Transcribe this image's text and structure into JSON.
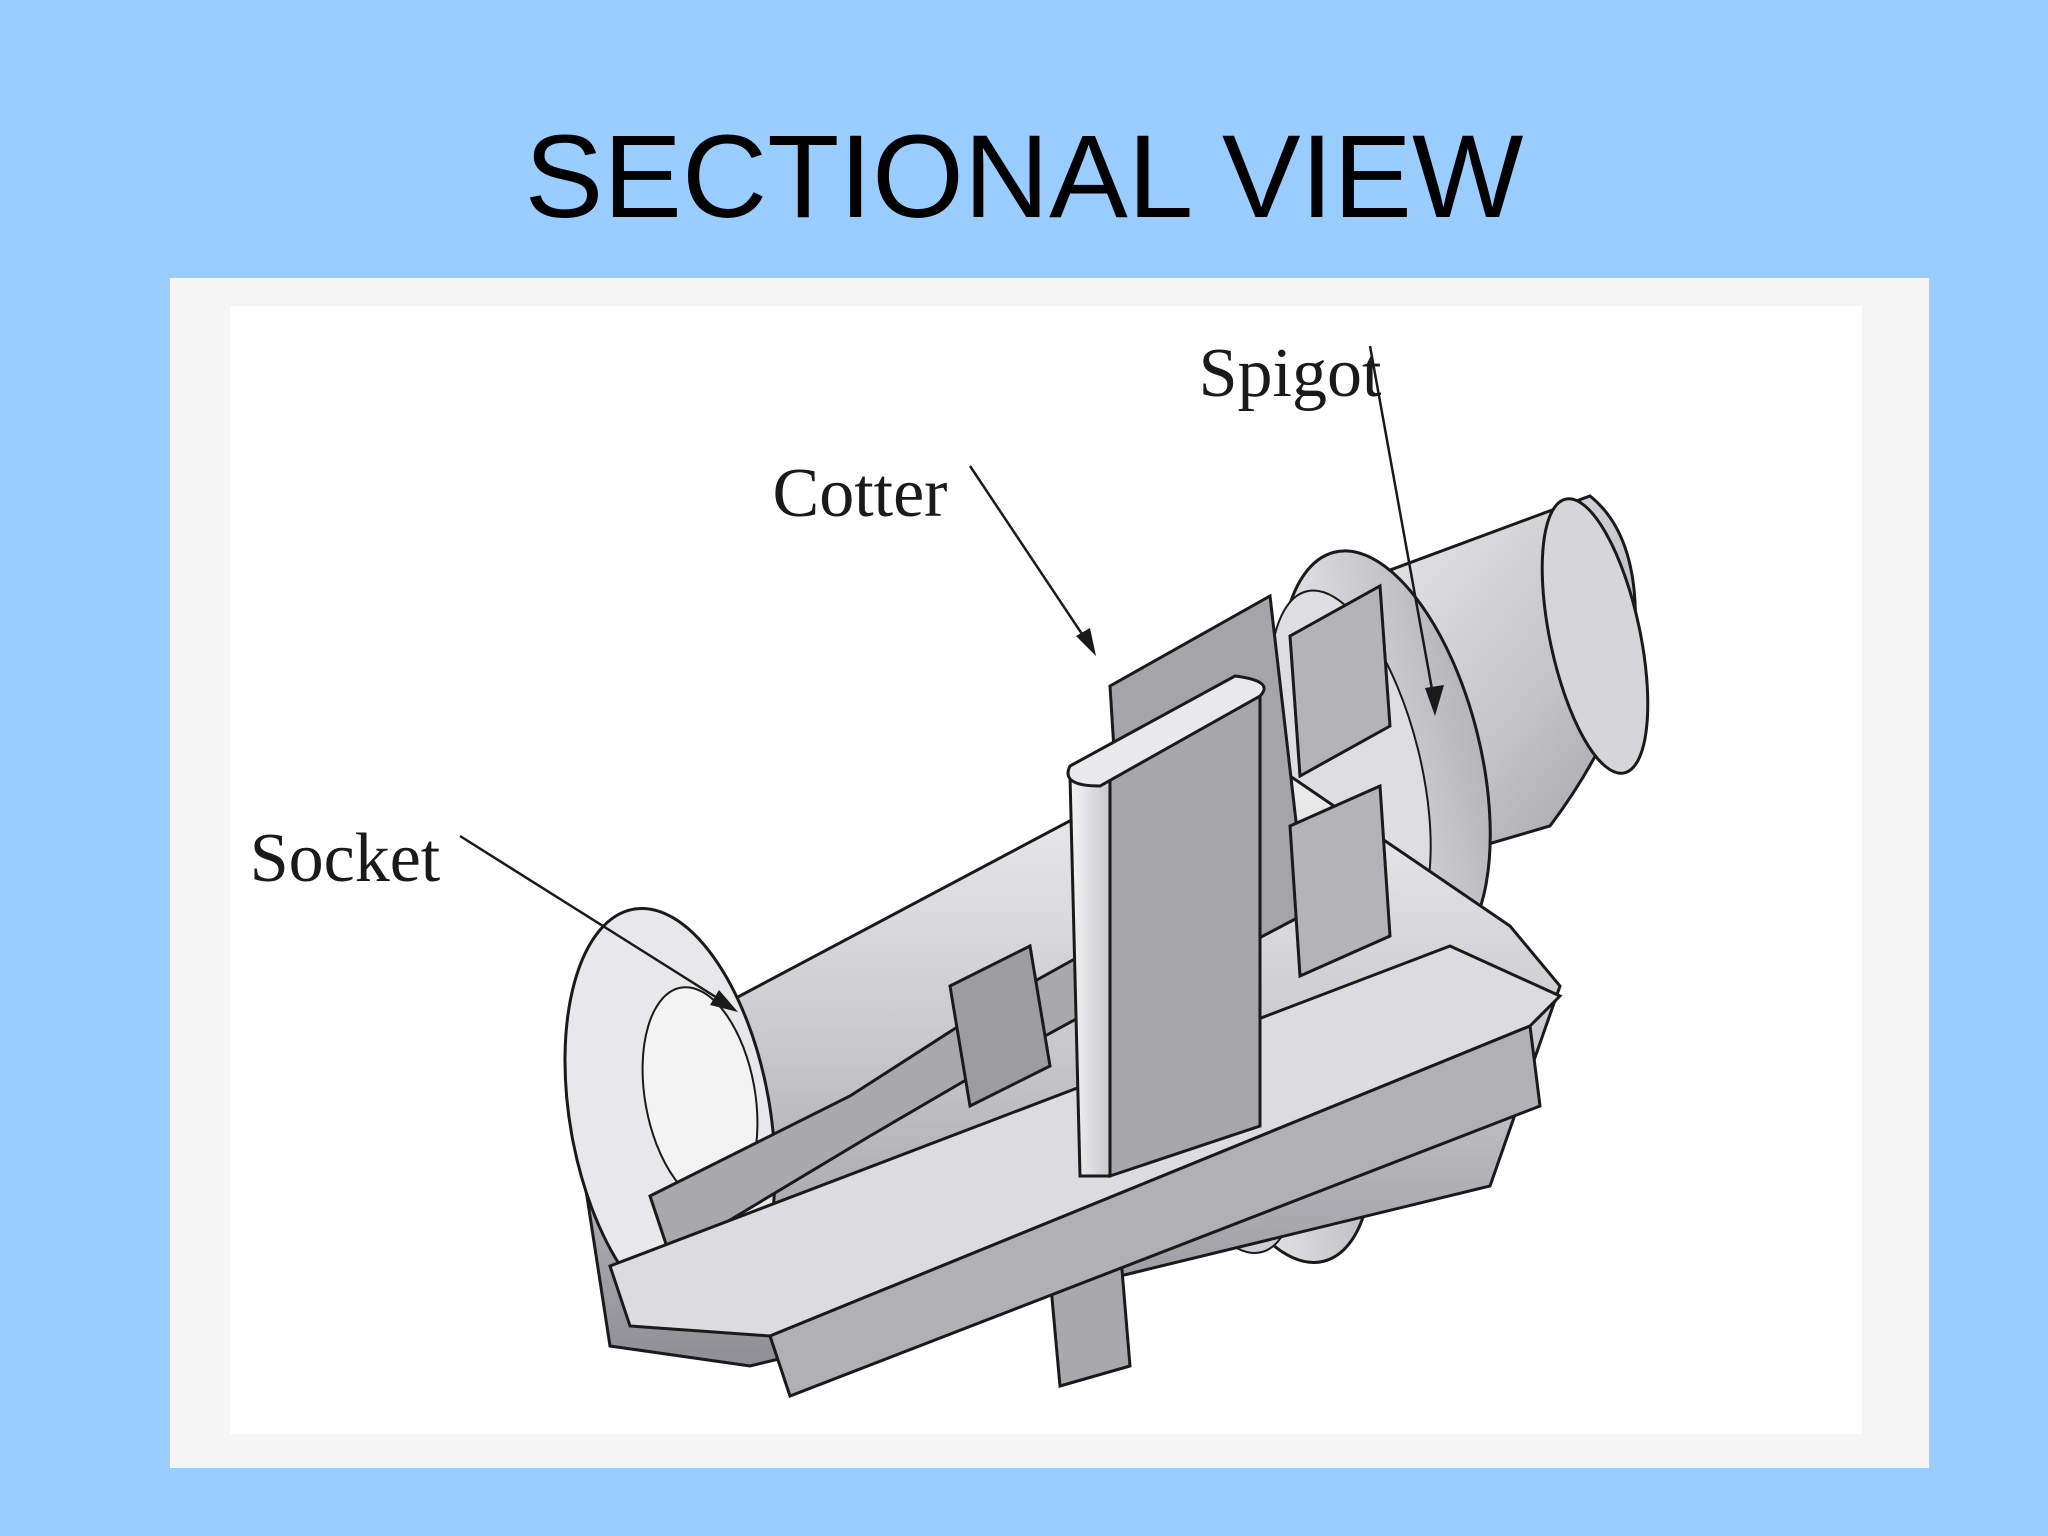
{
  "slide": {
    "title": "SECTIONAL VIEW"
  },
  "diagram": {
    "labels": {
      "spigot": "Spigot",
      "cotter": "Cotter",
      "socket": "Socket"
    },
    "colors": {
      "background": "#99ccff",
      "frame": "#f5f5f5",
      "section_face": "#a9a9ad",
      "surface_light": "#e4e4e6",
      "outline": "#1a1a1a"
    }
  }
}
